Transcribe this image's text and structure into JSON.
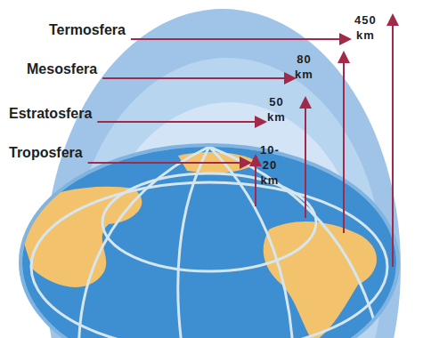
{
  "diagram": {
    "labels": [
      "Termosfera",
      "450 km",
      "Mesosfera",
      "80 km",
      "Estratosfera",
      "50 km",
      "Troposfera",
      "10-20 km"
    ]
  }
}
